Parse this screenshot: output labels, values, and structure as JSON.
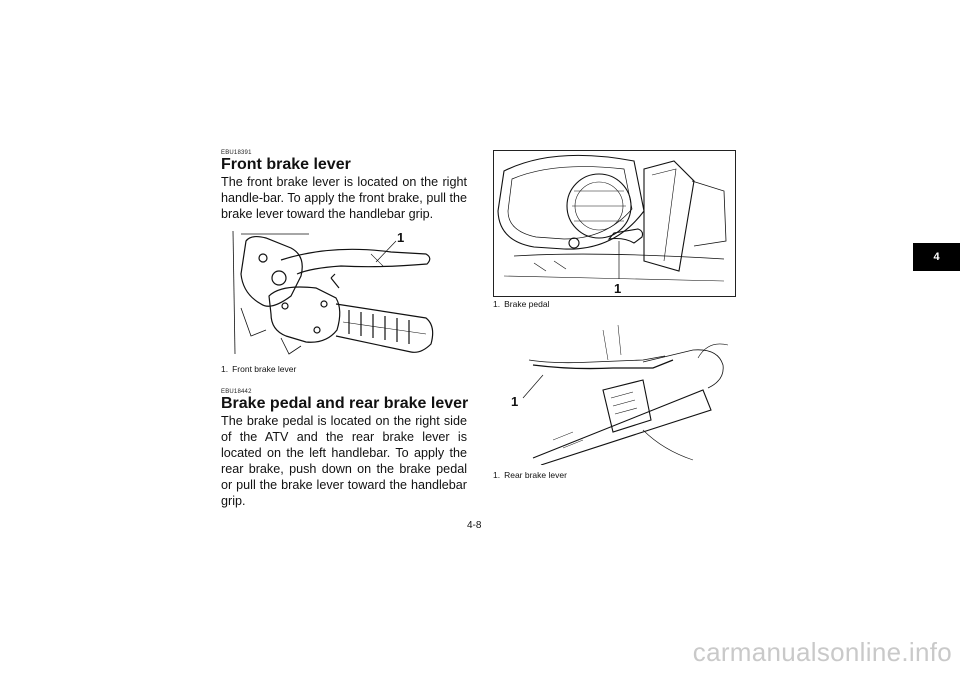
{
  "section_tab": "4",
  "page_number": "4-8",
  "watermark": "carmanualsonline.info",
  "sections": [
    {
      "code": "EBU18391",
      "heading": "Front brake lever",
      "body": "The front brake lever is located on the right handle-bar. To apply the front brake, pull the brake lever toward the handlebar grip."
    },
    {
      "code": "EBU18442",
      "heading": "Brake pedal and rear brake lever",
      "body": "The brake pedal is located on the right side of the ATV and the rear brake lever is located on the left handlebar. To apply the rear brake, push down on the brake pedal or pull the brake lever toward the handlebar grip."
    }
  ],
  "figures": {
    "front_brake": {
      "callout": "1",
      "caption_num": "1.",
      "caption": "Front brake lever"
    },
    "brake_pedal": {
      "callout": "1",
      "caption_num": "1.",
      "caption": "Brake pedal"
    },
    "rear_brake": {
      "callout": "1",
      "caption_num": "1.",
      "caption": "Rear brake lever"
    }
  }
}
